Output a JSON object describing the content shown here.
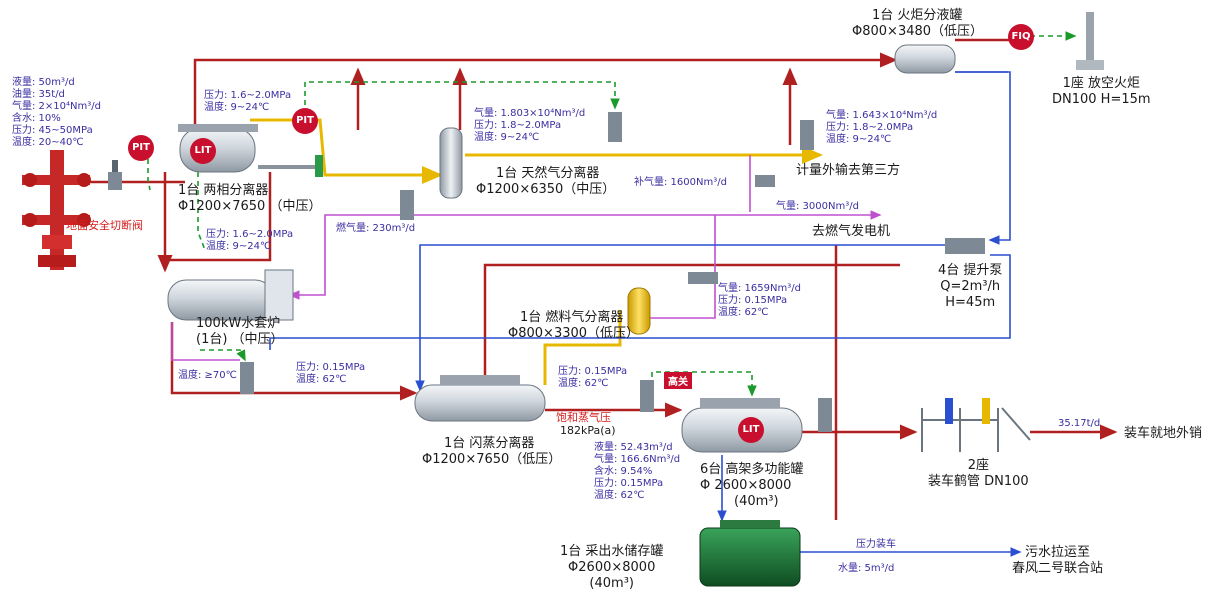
{
  "labels": {
    "well_params": [
      "液量: 50m³/d",
      "油量: 35t/d",
      "气量: 2×10⁴Nm³/d",
      "含水: 10%",
      "压力: 45~50MPa",
      "温度: 20~40℃"
    ],
    "safety_valve": "地面安全切断阀",
    "two_phase_params": [
      "压力: 1.6~2.0MPa",
      "温度: 9~24℃"
    ],
    "two_phase_sep": [
      "1台 两相分离器",
      "Φ1200×7650",
      "（中压）"
    ],
    "gas_sep_params": [
      "气量: 1.803×10⁴Nm³/d",
      "压力: 1.8~2.0MPa",
      "温度: 9~24℃"
    ],
    "gas_sep": [
      "1台 天然气分离器",
      "Φ1200×6350（中压）"
    ],
    "metering_params": [
      "气量: 1.643×10⁴Nm³/d",
      "压力: 1.8~2.0MPa",
      "温度: 9~24℃"
    ],
    "metering_out": "计量外输去第三方",
    "flare_tank": [
      "1台 火炬分液罐",
      "Φ800×3480（低压）"
    ],
    "flare_stack": [
      "1座 放空火炬",
      "DN100 H=15m"
    ],
    "makeup_gas": "补气量: 1600Nm³/d",
    "generator_gas": "气量: 3000Nm³/d",
    "to_generator": "去燃气发电机",
    "fuel_gas": "燃气量: 230m³/d",
    "lift_pump": [
      "4台 提升泵",
      "Q=2m³/h",
      "H=45m"
    ],
    "heater_params": [
      "压力: 1.6~2.0MPa",
      "温度: 9~24℃"
    ],
    "heater": [
      "100kW水套炉",
      "(1台) （中压）"
    ],
    "fuel_sep_params": [
      "气量: 1659Nm³/d",
      "压力: 0.15MPa",
      "温度: 62℃"
    ],
    "fuel_sep": [
      "1台 燃料气分离器",
      "Φ800×3300（低压）"
    ],
    "temp_70": "温度: ≥70℃",
    "flash_in_params": [
      "压力: 0.15MPa",
      "温度: 62℃"
    ],
    "flash_out_params": [
      "压力: 0.15MPa",
      "温度: 62℃"
    ],
    "flash_sep": [
      "1台 闪蒸分离器",
      "Φ1200×7650（低压）"
    ],
    "vapor_pressure": "饱和蒸气压",
    "vapor_value": "182kPa(a)",
    "high_close": "高关",
    "tank_params": [
      "液量: 52.43m³/d",
      "气量: 166.6Nm³/d",
      "含水: 9.54%",
      "压力: 0.15MPa",
      "温度: 62℃"
    ],
    "multi_tank": [
      "6台  高架多功能罐",
      "Φ   2600×8000",
      "(40m³)"
    ],
    "loading_flow": "35.17t/d",
    "loading_arm": [
      "2座",
      "装车鹤管  DN100"
    ],
    "loading_out": "装车就地外销",
    "water_tank": [
      "1台 采出水储存罐",
      "Φ2600×8000",
      "(40m³)"
    ],
    "pressure_loading": "压力装车",
    "water_flow": "水量: 5m³/d",
    "sewage_out": [
      "污水拉运至",
      "春风二号联合站"
    ]
  },
  "instruments": {
    "pit1": "PIT",
    "pit2": "PIT",
    "lit1": "LIT",
    "lit2": "LIT",
    "fiq": "FIQ"
  },
  "colors": {
    "oil_line": "#b02020",
    "gas_line": "#e8b800",
    "purple_line": "#c050d0",
    "blue_line": "#2a4fd0",
    "signal_line": "#1a9a2a",
    "tag": "#c8102e"
  }
}
